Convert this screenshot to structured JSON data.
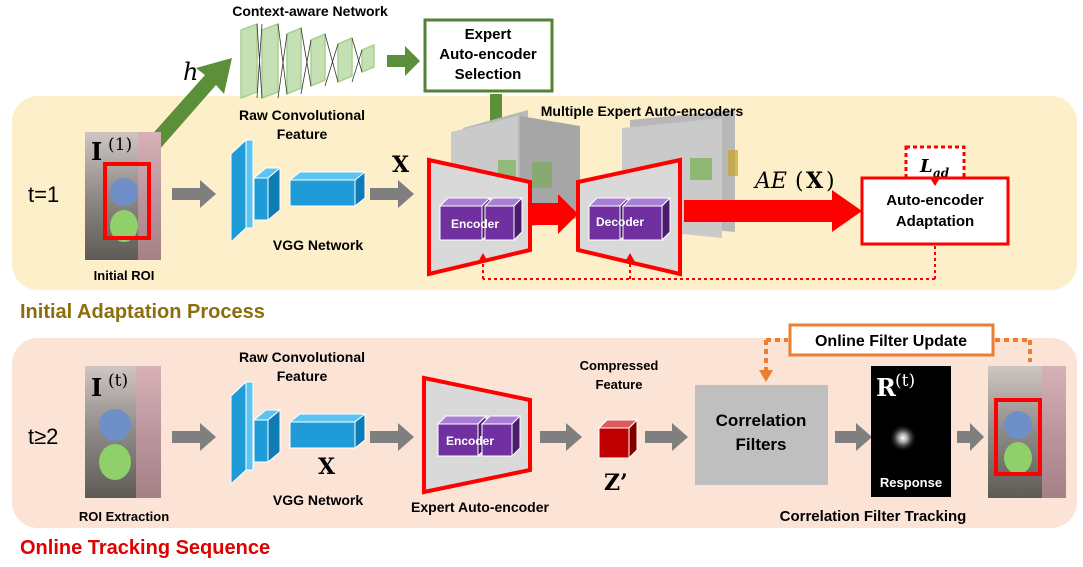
{
  "colors": {
    "panel_top": "#fcefc9",
    "panel_bottom": "#fbe3d5",
    "red": "#ff0000",
    "green_arrow": "#5b8f3a",
    "green_box": "#548235",
    "gray_arrow": "#7f7f7f",
    "vgg_blue": "#1f9bd7",
    "purple": "#7030a0",
    "cf_box": "#bfbfbf",
    "orange": "#ed7d31",
    "caption_top": "#8c6d0c",
    "caption_bottom": "#e00000"
  },
  "top": {
    "context_title": "Context-aware Network",
    "h_symbol": "h",
    "expert_selection": [
      "Expert",
      "Auto-encoder",
      "Selection"
    ],
    "multiple_title": "Multiple Expert Auto-encoders",
    "t_label": "t=1",
    "image_label": "I",
    "image_superscript": "(1)",
    "image_caption": "Initial ROI",
    "raw_feature": [
      "Raw Convolutional",
      "Feature"
    ],
    "vgg_caption": "VGG Network",
    "x_symbol": "X",
    "encoder_label": "Encoder",
    "decoder_label": "Decoder",
    "ae_prefix": "AE",
    "ae_open": "(",
    "ae_x": "X",
    "ae_close": ")",
    "loss_label": "L",
    "loss_sub": "ad",
    "adaptation": [
      "Auto-encoder",
      "Adaptation"
    ],
    "caption": "Initial Adaptation Process"
  },
  "bottom": {
    "t_label": "t≥2",
    "image_label": "I",
    "image_superscript": "(t)",
    "image_caption": "ROI Extraction",
    "raw_feature": [
      "Raw Convolutional",
      "Feature"
    ],
    "x_symbol": "X",
    "vgg_caption": "VGG Network",
    "encoder_label": "Encoder",
    "expert_caption": "Expert Auto-encoder",
    "compressed": [
      "Compressed",
      "Feature"
    ],
    "z_symbol": "Z’",
    "cf_label": [
      "Correlation",
      "Filters"
    ],
    "online_update": "Online Filter Update",
    "response_label": "R",
    "response_superscript": "(t)",
    "response_caption": "Response",
    "tracking_caption": "Correlation Filter Tracking",
    "caption": "Online Tracking Sequence"
  }
}
